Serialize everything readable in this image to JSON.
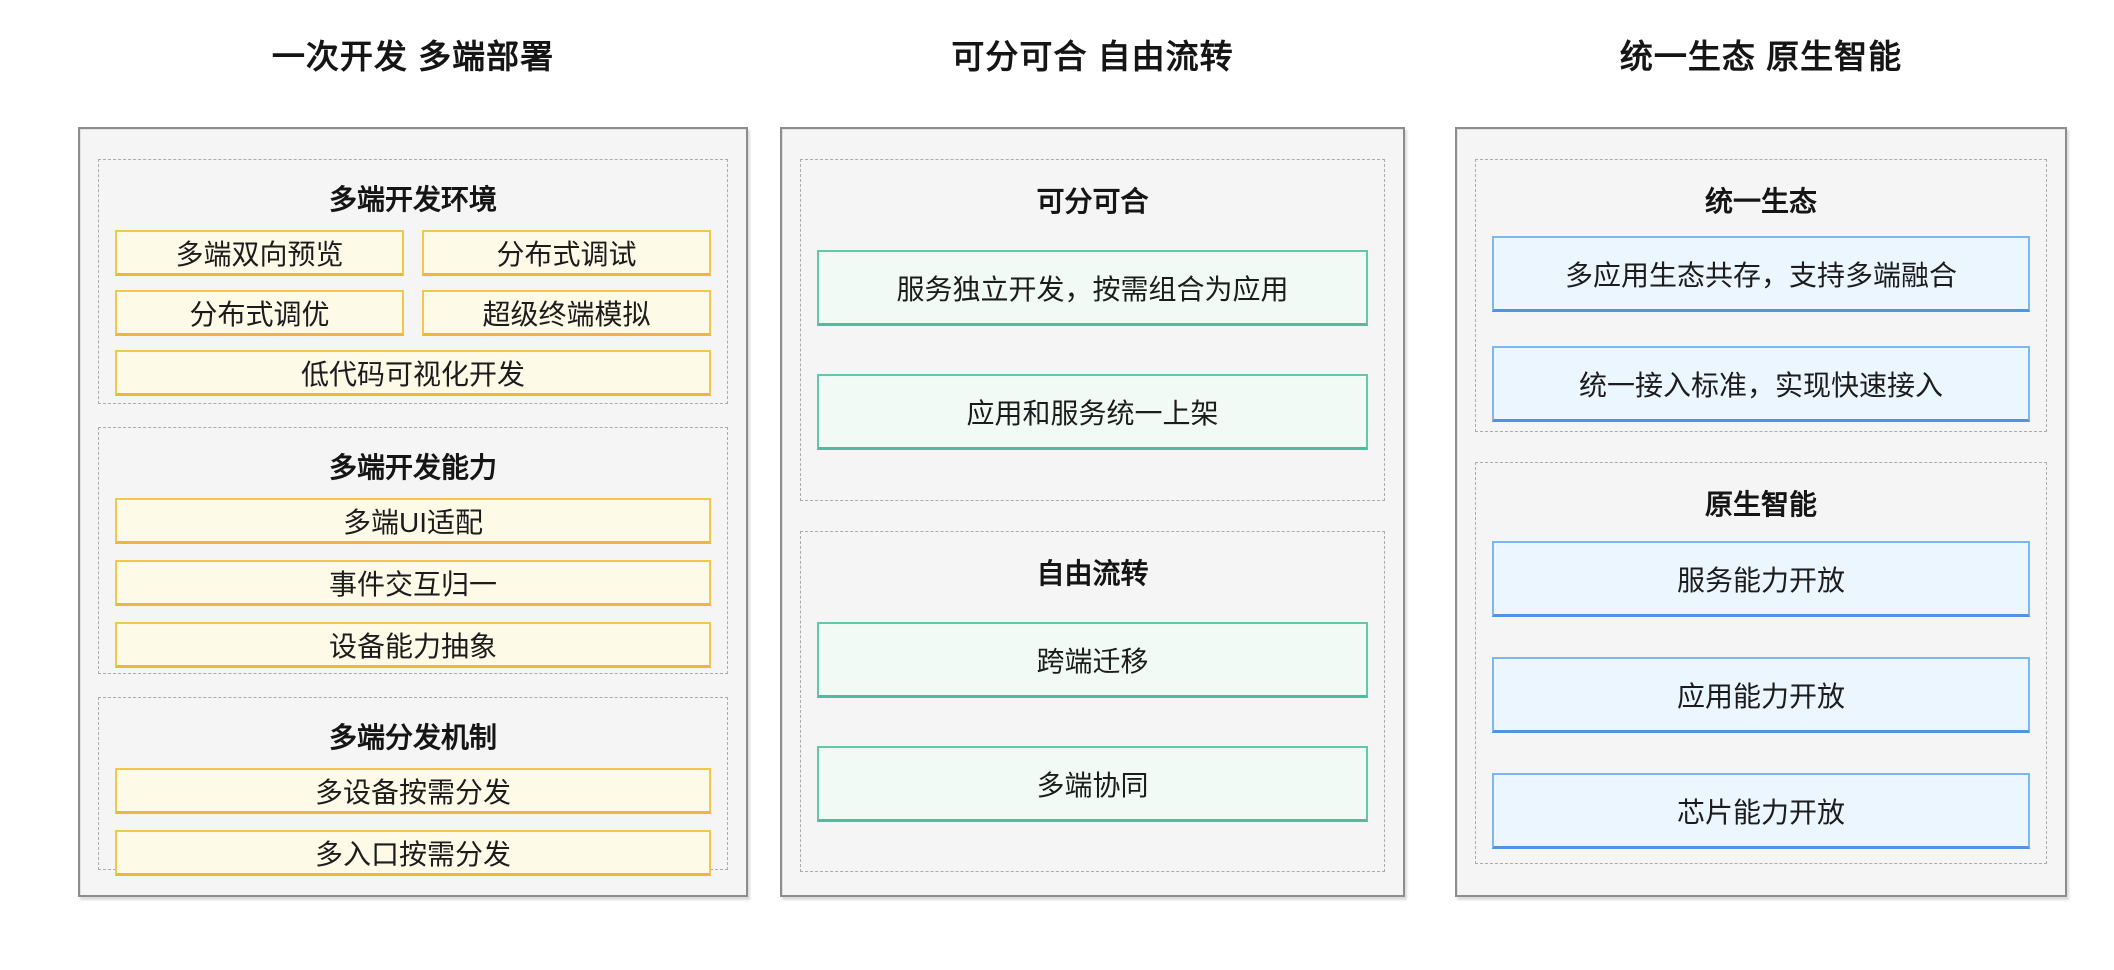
{
  "palette": {
    "panel_border": "#8d8d8d",
    "panel_background": "#f5f5f6",
    "dashed_border": "#ababab",
    "text": "#1c1c1c",
    "yellow_border": "#f3c64d",
    "yellow_fill": "#fdfae8",
    "green_border": "#62c7ab",
    "green_fill": "#f1faf4",
    "blue_border": "#7db7f0",
    "blue_fill": "#ecf6fe"
  },
  "columns": [
    {
      "title": "一次开发 多端部署",
      "accent": "yellow",
      "groups": [
        {
          "title": "多端开发环境",
          "row_items": [
            "多端双向预览",
            "分布式调试",
            "分布式调优",
            "超级终端模拟"
          ],
          "wide_items": [
            "低代码可视化开发"
          ]
        },
        {
          "title": "多端开发能力",
          "wide_items": [
            "多端UI适配",
            "事件交互归一",
            "设备能力抽象"
          ]
        },
        {
          "title": "多端分发机制",
          "wide_items": [
            "多设备按需分发",
            "多入口按需分发"
          ]
        }
      ]
    },
    {
      "title": "可分可合 自由流转",
      "accent": "green",
      "groups": [
        {
          "title": "可分可合",
          "wide_items": [
            "服务独立开发，按需组合为应用",
            "应用和服务统一上架"
          ]
        },
        {
          "title": "自由流转",
          "wide_items": [
            "跨端迁移",
            "多端协同"
          ]
        }
      ]
    },
    {
      "title": "统一生态 原生智能",
      "accent": "blue",
      "groups": [
        {
          "title": "统一生态",
          "wide_items": [
            "多应用生态共存，支持多端融合",
            "统一接入标准，实现快速接入"
          ]
        },
        {
          "title": "原生智能",
          "wide_items": [
            "服务能力开放",
            "应用能力开放",
            "芯片能力开放"
          ]
        }
      ]
    }
  ]
}
